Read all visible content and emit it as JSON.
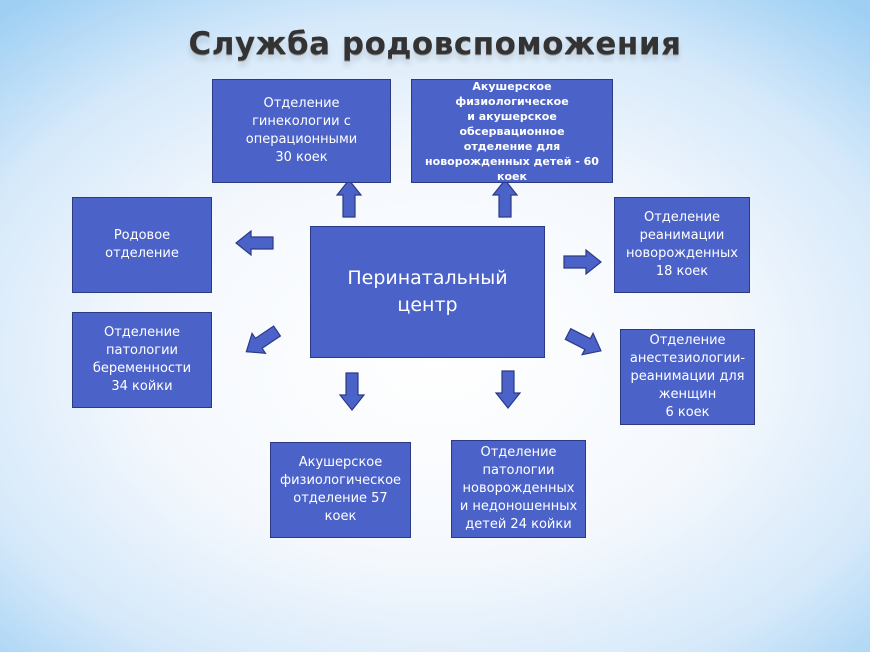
{
  "title": "Служба родовспоможения",
  "center": "Перинатальный\nцентр",
  "departments": {
    "gynecology": "Отделение\nгинекологии с\nоперационными\n30 коек",
    "obstetric_observational": "Акушерское физиологическое\nи акушерское обсервационное\nотделение для\nноворожденных детей - 60\nкоек",
    "maternity": "Родовое\nотделение",
    "neonatal_icu": "Отделение\nреанимации\nноворожденных\n18 коек",
    "pregnancy_pathology": "Отделение\nпатологии\nбеременности\n34 койки",
    "women_icu": "Отделение\nанестезиологии-\nреанимации для\nженщин\n6 коек",
    "obstetric_physiological": "Акушерское\nфизиологическое\nотделение 57\nкоек",
    "newborn_pathology": "Отделение\nпатологии\nноворожденных\nи недоношенных\nдетей 24 койки"
  },
  "colors": {
    "box": "#4b63c9",
    "border": "#2c3a86"
  }
}
